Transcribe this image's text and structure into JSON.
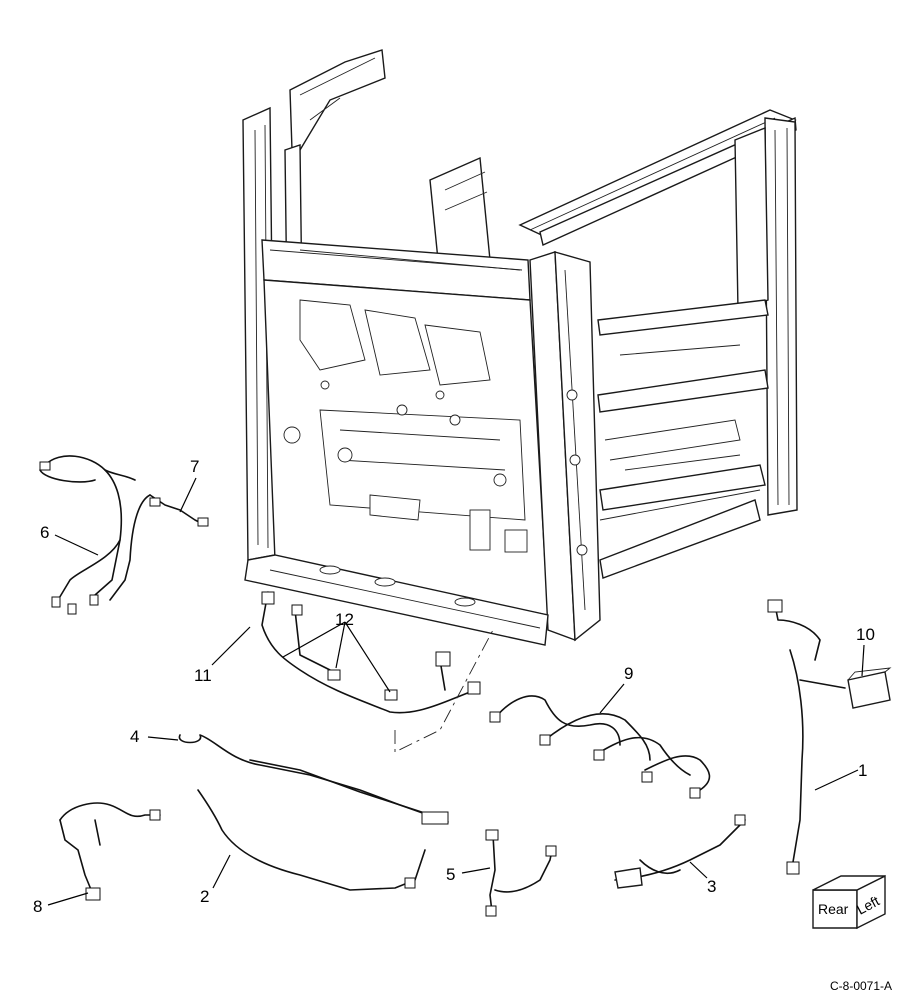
{
  "callouts": [
    {
      "id": "1",
      "label": "1"
    },
    {
      "id": "2",
      "label": "2"
    },
    {
      "id": "3",
      "label": "3"
    },
    {
      "id": "4",
      "label": "4"
    },
    {
      "id": "5",
      "label": "5"
    },
    {
      "id": "6",
      "label": "6"
    },
    {
      "id": "7",
      "label": "7"
    },
    {
      "id": "8",
      "label": "8"
    },
    {
      "id": "9",
      "label": "9"
    },
    {
      "id": "10",
      "label": "10"
    },
    {
      "id": "11",
      "label": "11"
    },
    {
      "id": "12",
      "label": "12"
    }
  ],
  "orientation_cube": {
    "rear_label": "Rear",
    "left_label": "Left"
  },
  "figure_id": "C-8-0071-A"
}
